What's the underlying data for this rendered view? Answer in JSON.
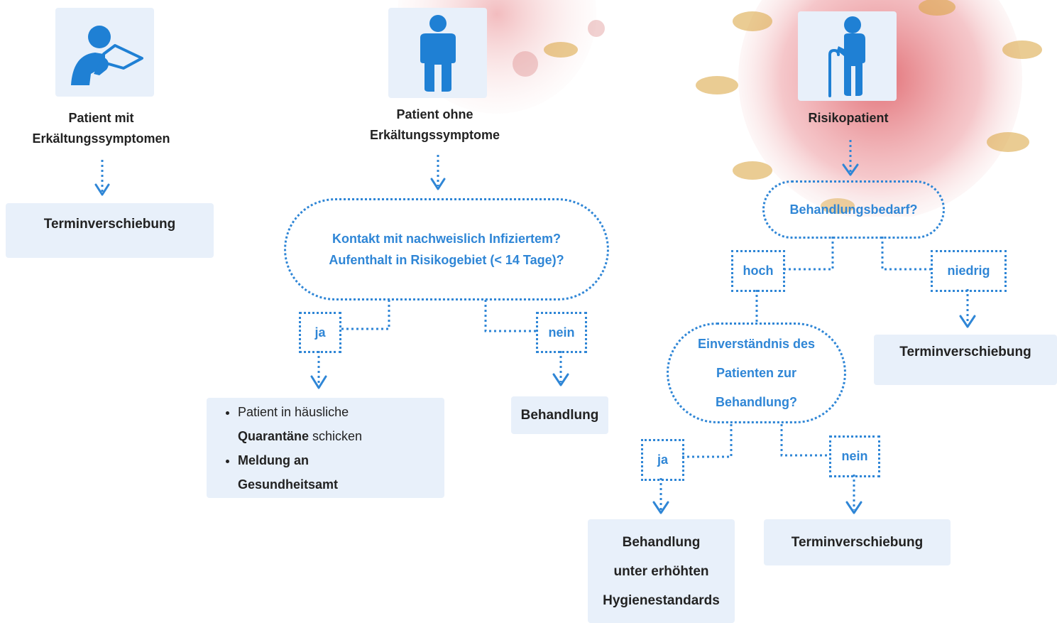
{
  "columns": {
    "cold": {
      "icon": "sick-person-icon",
      "caption_line1": "Patient mit",
      "caption_line2": "Erkältungssymptomen",
      "result": "Terminverschiebung"
    },
    "healthy": {
      "icon": "standing-person-icon",
      "caption_line1": "Patient ohne",
      "caption_line2": "Erkältungssymptome",
      "question_line1": "Kontakt mit nachweislich Infiziertem?",
      "question_line2": "Aufenthalt in Risikogebiet (< 14 Tage)?",
      "yes_label": "ja",
      "no_label": "nein",
      "yes_result": {
        "item1_a": "Patient in häusliche",
        "item1_b_bold": "Quarantäne",
        "item1_b_rest": " schicken",
        "item2_a": "Meldung an",
        "item2_b": "Gesundheitsamt"
      },
      "no_result": "Behandlung"
    },
    "risk": {
      "icon": "elderly-person-with-cane-icon",
      "caption": "Risikopatient",
      "question": "Behandlungsbedarf?",
      "high_label": "hoch",
      "low_label": "niedrig",
      "low_result": "Terminverschiebung",
      "consent_line1": "Einverständnis des",
      "consent_line2": "Patienten zur",
      "consent_line3": "Behandlung?",
      "yes_label": "ja",
      "no_label": "nein",
      "yes_result_line1": "Behandlung",
      "yes_result_line2": "unter erhöhten",
      "yes_result_line3": "Hygienestandards",
      "no_result": "Terminverschiebung"
    }
  },
  "colors": {
    "accent": "#2f86d6",
    "icon": "#1f80d4",
    "box_bg": "#e8f0fa",
    "virus": "#d44a4a"
  }
}
